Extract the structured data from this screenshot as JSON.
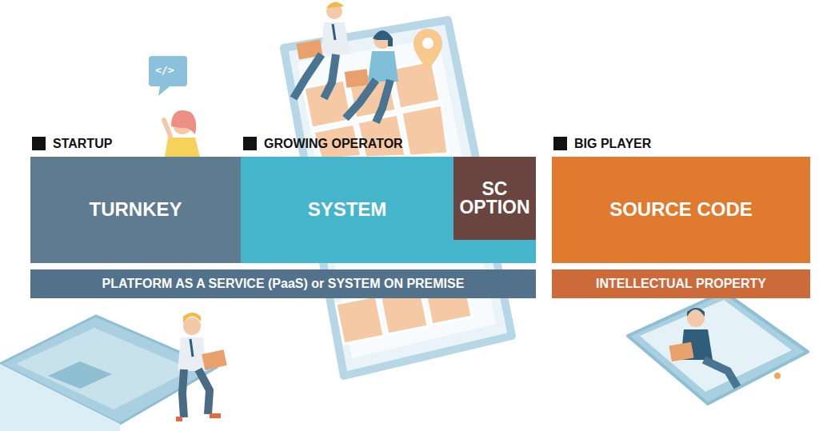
{
  "diagram": {
    "nodes": [
      {
        "text": [
          "STARTUP",
          "TURNKEY"
        ]
      },
      {
        "text": [
          "GROWING OPERATOR",
          "SYSTEM"
        ]
      },
      {
        "text": [
          "SC OPTION"
        ],
        "in": 1
      },
      {
        "text": [
          "PLATFORM AS A SERVICE (PaaS) or SYSTEM ON PREMISE"
        ]
      },
      {
        "text": [
          "BIG PLAYER",
          "SOURCE CODE"
        ]
      },
      {
        "text": [
          "INTELLECTUAL PROPERTY"
        ]
      }
    ],
    "edges": [],
    "labels": [
      "</>"
    ]
  }
}
